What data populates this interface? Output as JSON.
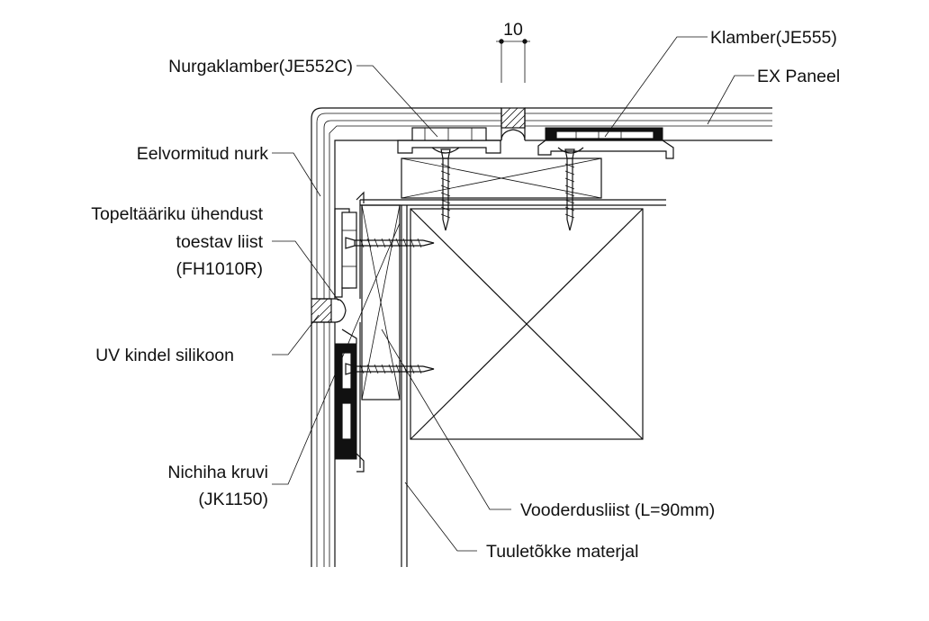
{
  "labels": {
    "dimension": "10",
    "corner_clip": "Nurgaklamber(JE552C)",
    "clip": "Klamber(JE555)",
    "ex_panel": "EX Paneel",
    "preformed_corner": "Eelvormitud nurk",
    "joint_strip_line1": "Topeltääriku ühendust",
    "joint_strip_line2": "toestav liist",
    "joint_strip_line3": "(FH1010R)",
    "uv_silicone": "UV kindel silikoon",
    "screw_line1": "Nichiha kruvi",
    "screw_line2": "(JK1150)",
    "furring_strip": "Vooderdusliist (L=90mm)",
    "wind_barrier": "Tuuletõkke materjal"
  },
  "colors": {
    "line": "#111111",
    "background": "#ffffff"
  }
}
